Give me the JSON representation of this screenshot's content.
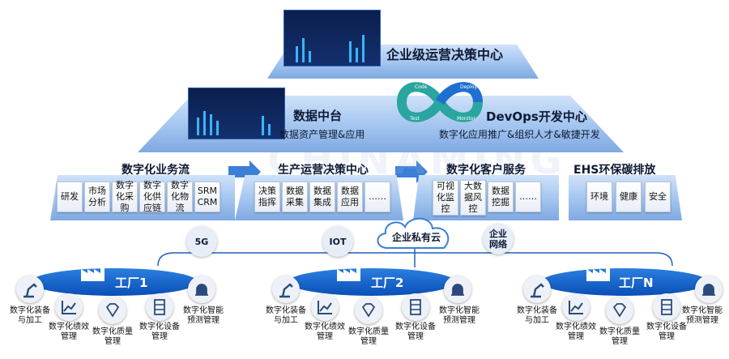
{
  "top": {
    "title": "企业级运营决策中心"
  },
  "data_center": {
    "title": "数据中台",
    "subtitle": "数据资产管理&应用"
  },
  "devops": {
    "title": "DevOps开发中心",
    "subtitle": "数字化应用推广&组织人才&敏捷开发",
    "loop_labels": [
      "Code",
      "Deploy",
      "Test",
      "Monitor"
    ]
  },
  "watermark": "CHINAMING",
  "categories": [
    {
      "title": "数字化业务流",
      "items": [
        "研发",
        "市场\n分析",
        "数字化采\n购",
        "数字化供\n应链",
        "数字化物\n流",
        "SRM\nCRM"
      ]
    },
    {
      "title": "生产运营决策中心",
      "items": [
        "决策\n指挥",
        "数据\n采集",
        "数据\n集成",
        "数据\n应用",
        "……"
      ]
    },
    {
      "title": "数字化客户服务",
      "items": [
        "可视\n化监\n控",
        "大数\n据风\n控",
        "数据\n挖掘",
        "……"
      ]
    },
    {
      "title": "EHS环保碳排放",
      "items": [
        "环境",
        "健康",
        "安全"
      ]
    }
  ],
  "network": {
    "cloud": "企业私有云",
    "nodes": [
      "5G",
      "IOT",
      "企业\n网络"
    ]
  },
  "factories": [
    {
      "name": "工厂1"
    },
    {
      "name": "工厂2"
    },
    {
      "name": "工厂N"
    }
  ],
  "factory_items": [
    "数字化装备\n与加工",
    "数字化绩效\n管理",
    "数字化质量\n管理",
    "数字化设备\n管理",
    "数字化智能\n预测管理"
  ],
  "colors": {
    "platform": "#9ec1ee",
    "factory": "#0a4fb7",
    "arrow": "#3b7fd6"
  }
}
